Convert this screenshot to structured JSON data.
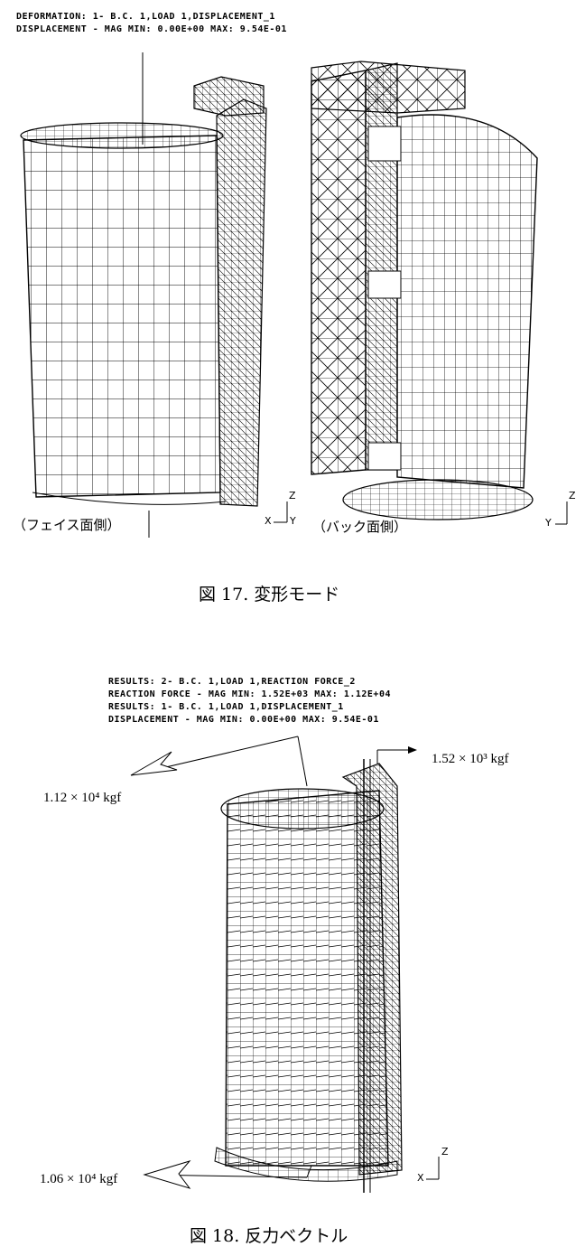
{
  "figure17": {
    "header": [
      "DEFORMATION: 1- B.C. 1,LOAD 1,DISPLACEMENT_1",
      "DISPLACEMENT - MAG MIN: 0.00E+00 MAX: 9.54E-01"
    ],
    "face_label": "（フェイス面側）",
    "back_label": "（バック面側）",
    "axes_face": {
      "vertical": "Z",
      "horizontal": "X",
      "depth": "Y"
    },
    "axes_back": {
      "vertical": "Z",
      "horizontal": "Y",
      "depth": ""
    },
    "caption": "図 17.  変形モード"
  },
  "figure18": {
    "header": [
      "RESULTS: 2- B.C. 1,LOAD 1,REACTION FORCE_2",
      "REACTION FORCE - MAG MIN: 1.52E+03 MAX: 1.12E+04",
      "RESULTS: 1- B.C. 1,LOAD 1,DISPLACEMENT_1",
      "DISPLACEMENT - MAG MIN: 0.00E+00 MAX: 9.54E-01"
    ],
    "force_top_right": "1.52 × 10³ kgf",
    "force_top_left": "1.12 × 10⁴ kgf",
    "force_bottom_left": "1.06 × 10⁴ kgf",
    "axes": {
      "vertical": "Z",
      "horizontal": "X"
    },
    "caption": "図 18.  反力ベクトル"
  }
}
